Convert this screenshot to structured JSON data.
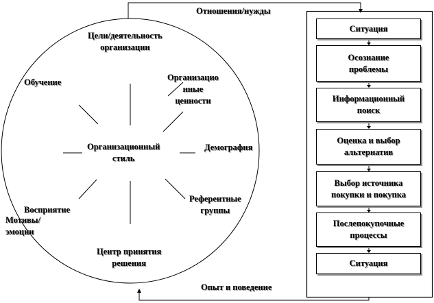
{
  "flow": {
    "top_label": "Отношения/нужды",
    "bottom_label": "Опыт и поведение"
  },
  "circle": {
    "center": [
      "Организационный",
      "стиль"
    ],
    "labels": {
      "goals": [
        "Цели/деятельность",
        "организации"
      ],
      "values": [
        "Организацио",
        "нные",
        "ценности"
      ],
      "learning": [
        "Обучение"
      ],
      "demography": [
        "Демография"
      ],
      "reference": [
        "Референтные",
        "группы"
      ],
      "perception": [
        "Восприятие"
      ],
      "motives": [
        "Мотивы/",
        "эмоции"
      ],
      "decision": [
        "Центр принятия",
        "решения"
      ]
    }
  },
  "steps": [
    [
      "Ситуация"
    ],
    [
      "Осознание",
      "проблемы"
    ],
    [
      "Информационный",
      "поиск"
    ],
    [
      "Оценка и выбор",
      "альтернатив"
    ],
    [
      "Выбор источника",
      "покупки и покупка"
    ],
    [
      "Послепокупочные",
      "процессы"
    ],
    [
      "Ситуация"
    ]
  ]
}
